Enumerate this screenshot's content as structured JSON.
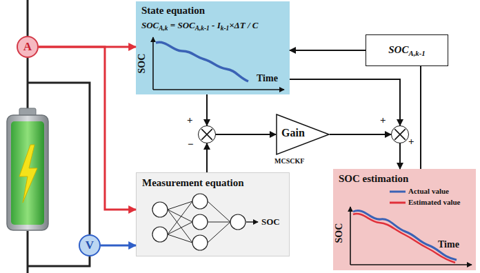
{
  "diagram": {
    "nodes": [
      {
        "text": [
          "A"
        ]
      },
      {
        "text": [
          "State equation",
          "SOCA,k = SOCA,k-1 - Ik-1×ΔT / C",
          "SOC",
          "Time"
        ]
      },
      {
        "text": [
          "SOCA,k-1"
        ]
      },
      {
        "text": [
          "+",
          "−"
        ]
      },
      {
        "text": [
          "Gain",
          "MCSCKF"
        ]
      },
      {
        "text": [
          "+",
          "+"
        ]
      },
      {
        "text": [
          "V"
        ]
      },
      {
        "text": [
          "Measurement equation",
          "SOC"
        ]
      },
      {
        "text": [
          "SOC estimation",
          "SOC",
          "Time"
        ]
      }
    ],
    "edges": [
      {
        "from": 0,
        "to": 1,
        "arrow": "to"
      },
      {
        "from": 0,
        "to": 7,
        "arrow": "to"
      },
      {
        "from": 6,
        "to": 7,
        "arrow": "to"
      },
      {
        "from": 2,
        "to": 1,
        "arrow": "to"
      },
      {
        "from": 1,
        "to": 3,
        "arrow": "to"
      },
      {
        "from": 7,
        "to": 3,
        "arrow": "to"
      },
      {
        "from": 3,
        "to": 4,
        "arrow": "to"
      },
      {
        "from": 4,
        "to": 5,
        "arrow": "to"
      },
      {
        "from": 1,
        "to": 5,
        "arrow": "to"
      },
      {
        "from": 5,
        "to": 8,
        "arrow": "to"
      },
      {
        "from": 8,
        "to": 2,
        "arrow": "none"
      }
    ],
    "legend": [
      {
        "text": "Actual value"
      },
      {
        "text": "Estimated value"
      }
    ]
  }
}
